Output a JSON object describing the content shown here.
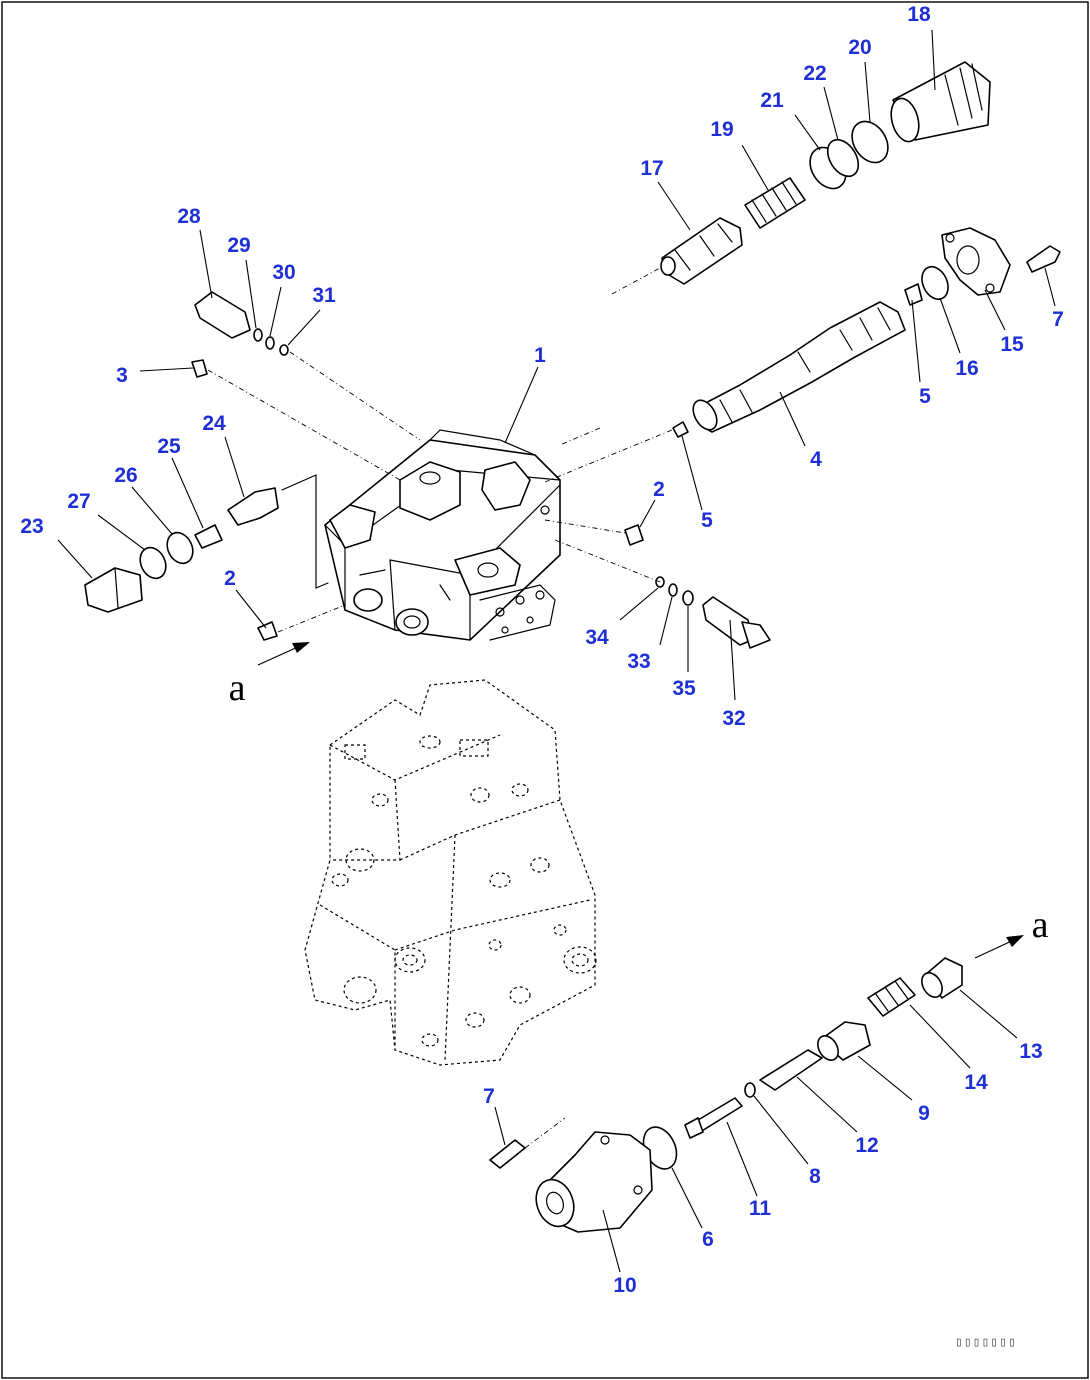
{
  "callouts": {
    "c1": "1",
    "c2a": "2",
    "c2b": "2",
    "c3": "3",
    "c4": "4",
    "c5a": "5",
    "c5b": "5",
    "c6": "6",
    "c7a": "7",
    "c7b": "7",
    "c8": "8",
    "c9": "9",
    "c10": "10",
    "c11": "11",
    "c12": "12",
    "c13": "13",
    "c14": "14",
    "c15": "15",
    "c16": "16",
    "c17": "17",
    "c18": "18",
    "c19": "19",
    "c20": "20",
    "c21": "21",
    "c22": "22",
    "c23": "23",
    "c24": "24",
    "c25": "25",
    "c26": "26",
    "c27": "27",
    "c28": "28",
    "c29": "29",
    "c30": "30",
    "c31": "31",
    "c32": "32",
    "c33": "33",
    "c34": "34",
    "c35": "35"
  },
  "references": {
    "view_a_top": "a",
    "view_a_bottom": "a"
  },
  "drawing_code": "▯▯▯▯▯▯▯",
  "colors": {
    "callout": "#1f2fd6",
    "line": "#000000",
    "background": "#ffffff"
  }
}
